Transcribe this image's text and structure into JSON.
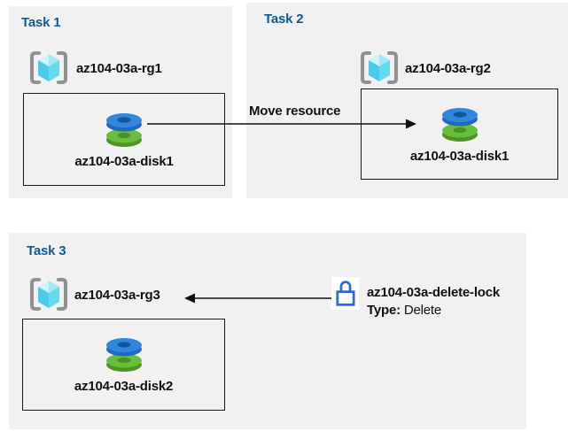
{
  "colors": {
    "panel_background": "#f1f1f1",
    "task_heading_blue": "#0c5a9d",
    "text_black": "#111111",
    "lock_blue": "#2e68d5",
    "disk_blue": "#3287dc",
    "disk_green": "#6abe3e",
    "rg_cube_cyan": "#50d5ec",
    "rg_bracket_gray": "#919191"
  },
  "tasks": {
    "task1": {
      "title": "Task 1",
      "resource_group": "az104-03a-rg1",
      "disk": "az104-03a-disk1"
    },
    "task2": {
      "title": "Task 2",
      "resource_group": "az104-03a-rg2",
      "disk": "az104-03a-disk1"
    },
    "task3": {
      "title": "Task 3",
      "resource_group": "az104-03a-rg3",
      "disk": "az104-03a-disk2"
    }
  },
  "annotations": {
    "move_label": "Move resource",
    "lock_name": "az104-03a-delete-lock",
    "lock_type_label": "Type:",
    "lock_type_value": " Delete"
  }
}
